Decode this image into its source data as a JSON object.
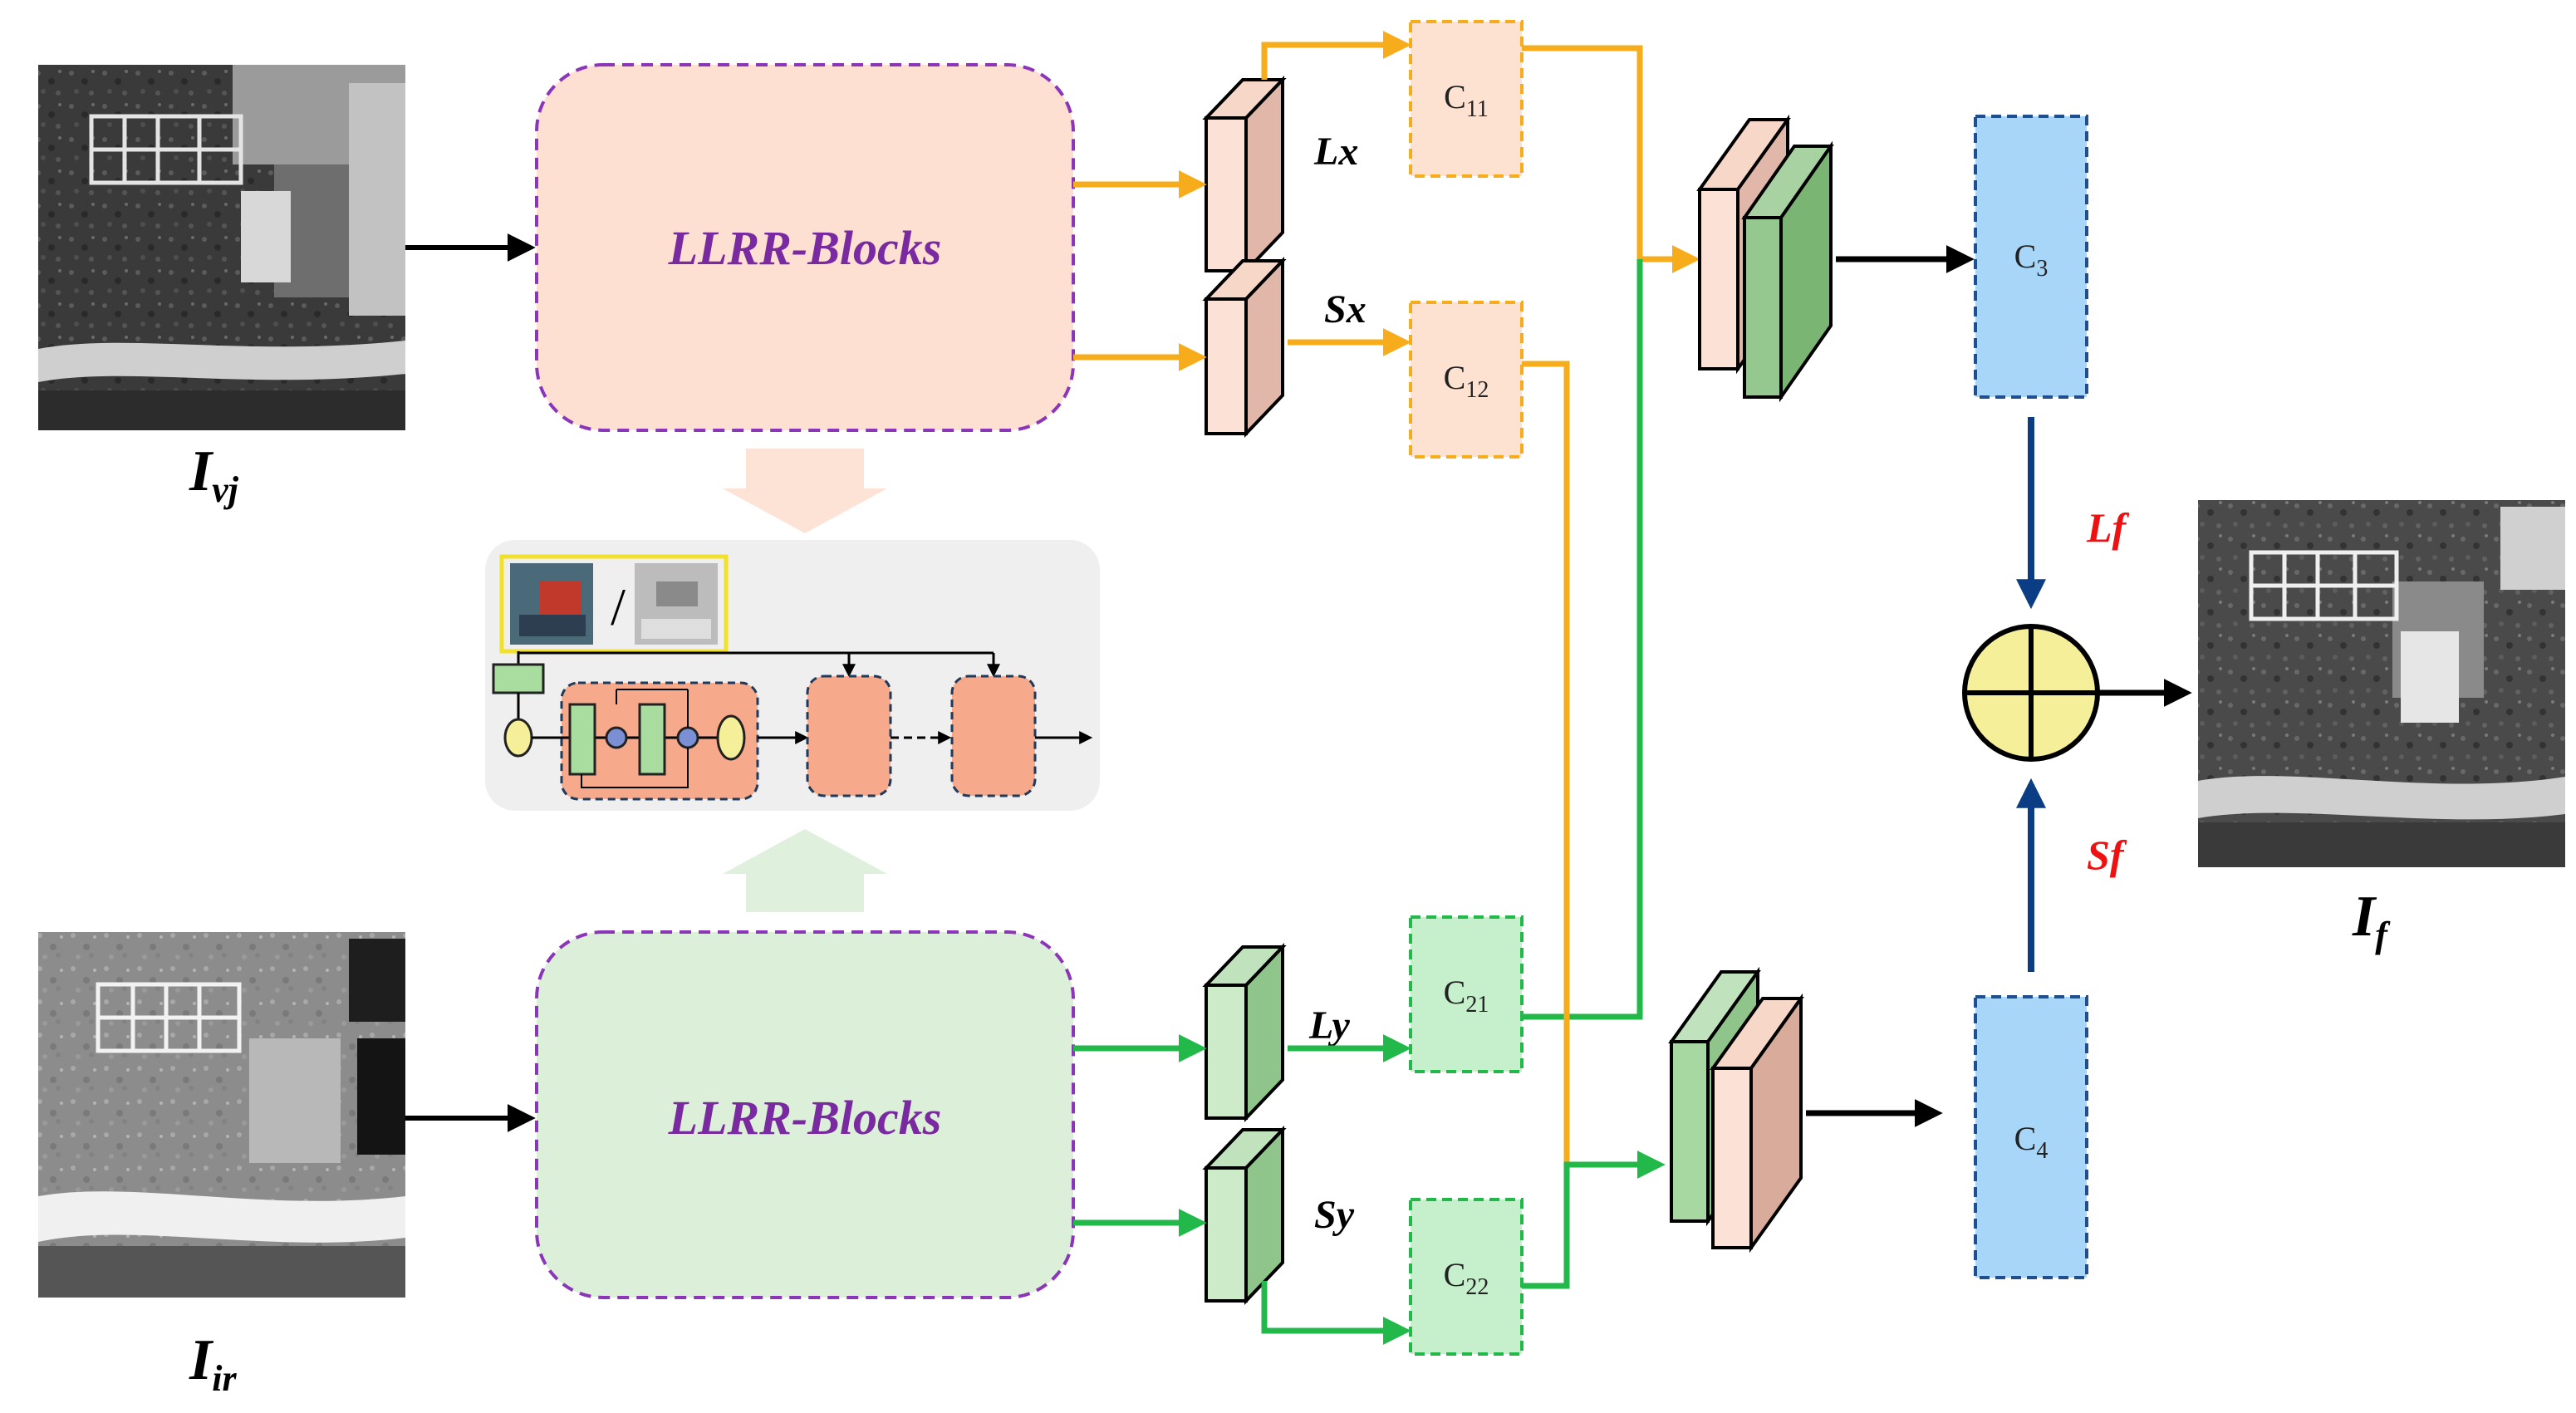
{
  "diagram": {
    "top_block": {
      "label": "LLRR-Blocks"
    },
    "bottom_block": {
      "label": "LLRR-Blocks"
    },
    "features": {
      "lx": "Lx",
      "sx": "Sx",
      "ly": "Ly",
      "sy": "Sy"
    },
    "convs": {
      "c11": {
        "main": "C",
        "sub": "11"
      },
      "c12": {
        "main": "C",
        "sub": "12"
      },
      "c21": {
        "main": "C",
        "sub": "21"
      },
      "c22": {
        "main": "C",
        "sub": "22"
      },
      "c3": {
        "main": "C",
        "sub": "3"
      },
      "c4": {
        "main": "C",
        "sub": "4"
      }
    },
    "fusion": {
      "lf": "Lf",
      "sf": "Sf"
    },
    "images": {
      "visible": {
        "main": "I",
        "sub": "vj"
      },
      "infrared": {
        "main": "I",
        "sub": "ir"
      },
      "fused": {
        "main": "I",
        "sub": "f"
      }
    },
    "inset": {
      "separator": "/"
    }
  },
  "colors": {
    "orange_line": "#f7ad1b",
    "green_line": "#22b84a",
    "navy_line": "#0a3d84",
    "top_block_fill": "#fde0d2",
    "bottom_block_fill": "#dcefd8",
    "block_border": "#8b35b8",
    "block_text": "#7a2aa0",
    "conv_orange_fill": "#fde2d2",
    "conv_orange_border": "#f7ad1b",
    "conv_green_fill": "#c6efcc",
    "conv_green_border": "#22b84a",
    "conv_blue_fill": "#a8d6f8",
    "conv_blue_border": "#1f4f8f",
    "fusion_red": "#ee1111",
    "plus_fill": "#f6ef9a"
  }
}
